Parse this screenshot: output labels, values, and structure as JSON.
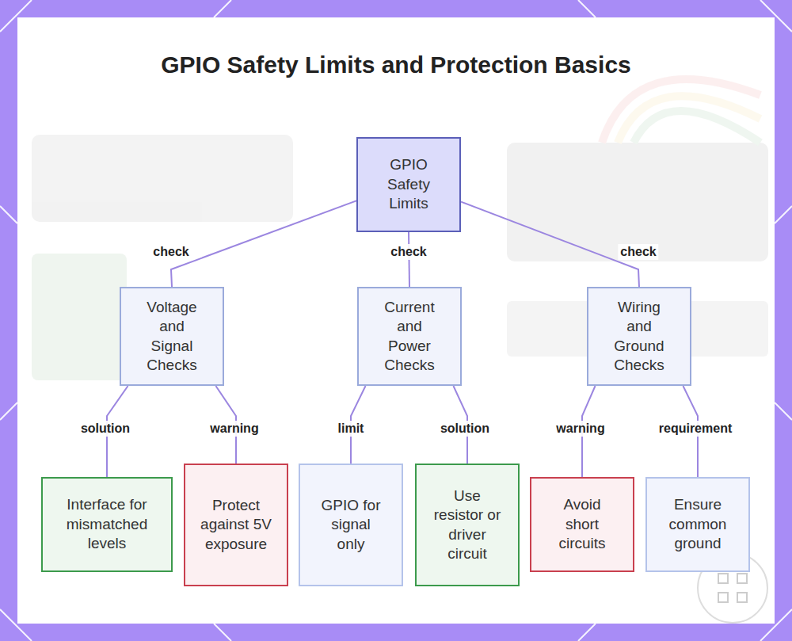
{
  "diagram": {
    "title": "GPIO Safety Limits and Protection Basics",
    "nodes": [
      {
        "text": [
          "GPIO Safety Limits"
        ]
      },
      {
        "text": [
          "Voltage and Signal Checks"
        ]
      },
      {
        "text": [
          "Current and Power Checks"
        ]
      },
      {
        "text": [
          "Wiring and Ground Checks"
        ]
      },
      {
        "text": [
          "Interface for mismatched levels"
        ]
      },
      {
        "text": [
          "Protect against 5V exposure"
        ]
      },
      {
        "text": [
          "GPIO for signal only"
        ]
      },
      {
        "text": [
          "Use resistor or driver circuit"
        ]
      },
      {
        "text": [
          "Avoid short circuits"
        ]
      },
      {
        "text": [
          "Ensure common ground"
        ]
      }
    ],
    "edges": [
      {
        "from": 0,
        "to": 1,
        "label": "check",
        "arrow": "none"
      },
      {
        "from": 0,
        "to": 2,
        "label": "check",
        "arrow": "none"
      },
      {
        "from": 0,
        "to": 3,
        "label": "check",
        "arrow": "none"
      },
      {
        "from": 1,
        "to": 4,
        "label": "solution",
        "arrow": "none"
      },
      {
        "from": 1,
        "to": 5,
        "label": "warning",
        "arrow": "none"
      },
      {
        "from": 2,
        "to": 6,
        "label": "limit",
        "arrow": "none"
      },
      {
        "from": 2,
        "to": 7,
        "label": "solution",
        "arrow": "none"
      },
      {
        "from": 3,
        "to": 8,
        "label": "warning",
        "arrow": "none"
      },
      {
        "from": 3,
        "to": 9,
        "label": "requirement",
        "arrow": "none"
      }
    ]
  }
}
